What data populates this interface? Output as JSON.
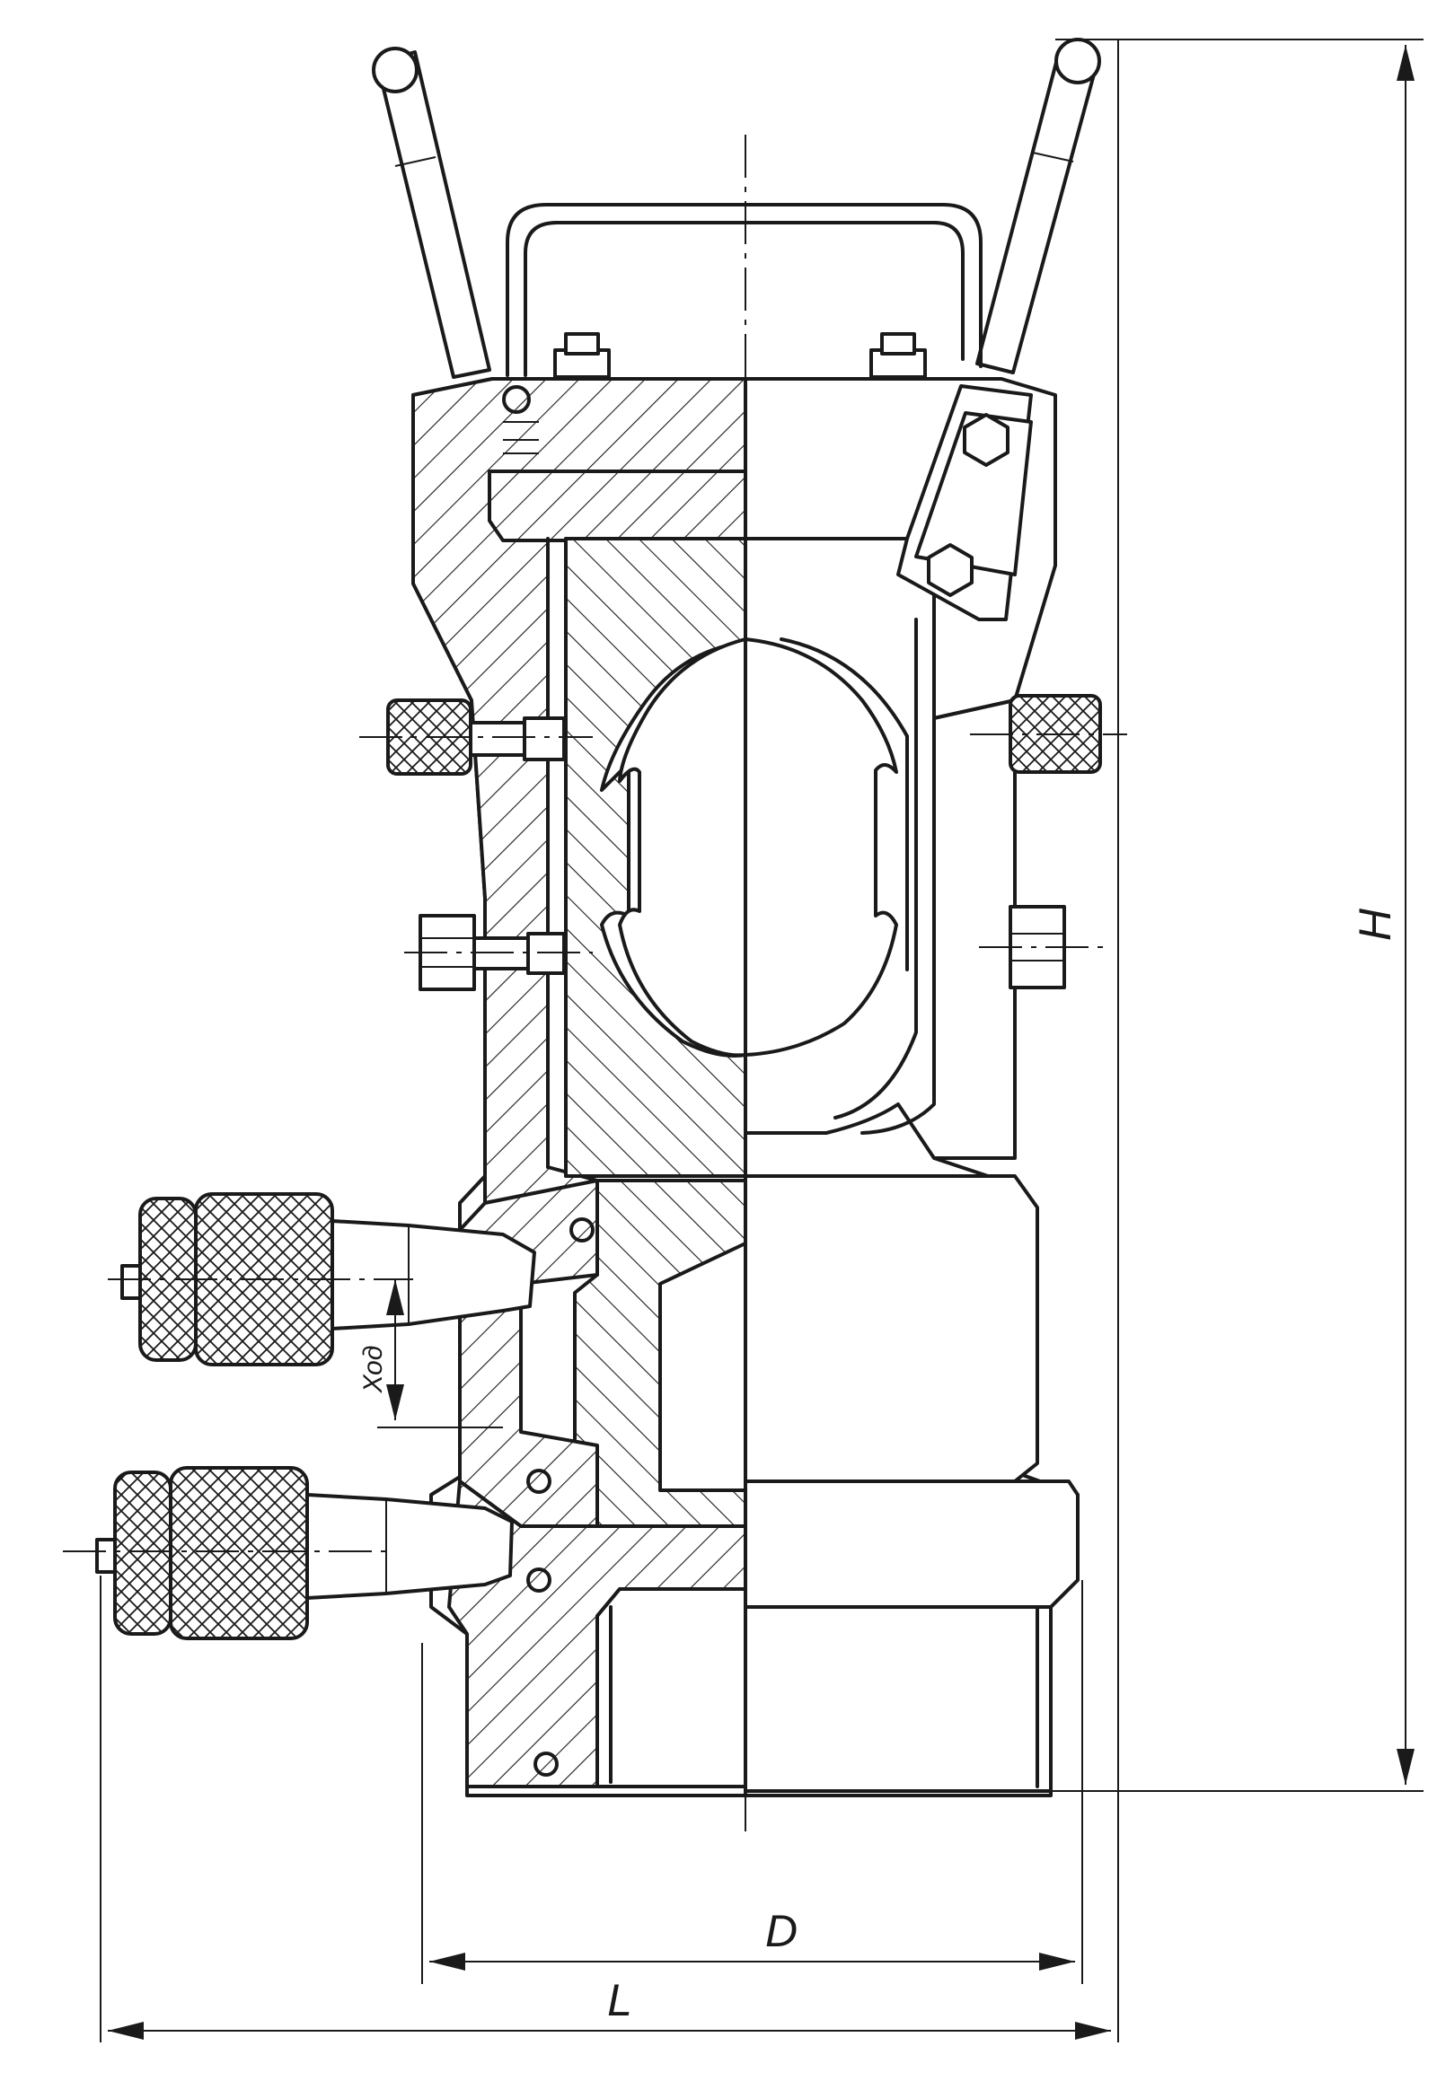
{
  "dimensions": {
    "height_label": "H",
    "diameter_label": "D",
    "length_label": "L",
    "stroke_label": "Ход"
  }
}
